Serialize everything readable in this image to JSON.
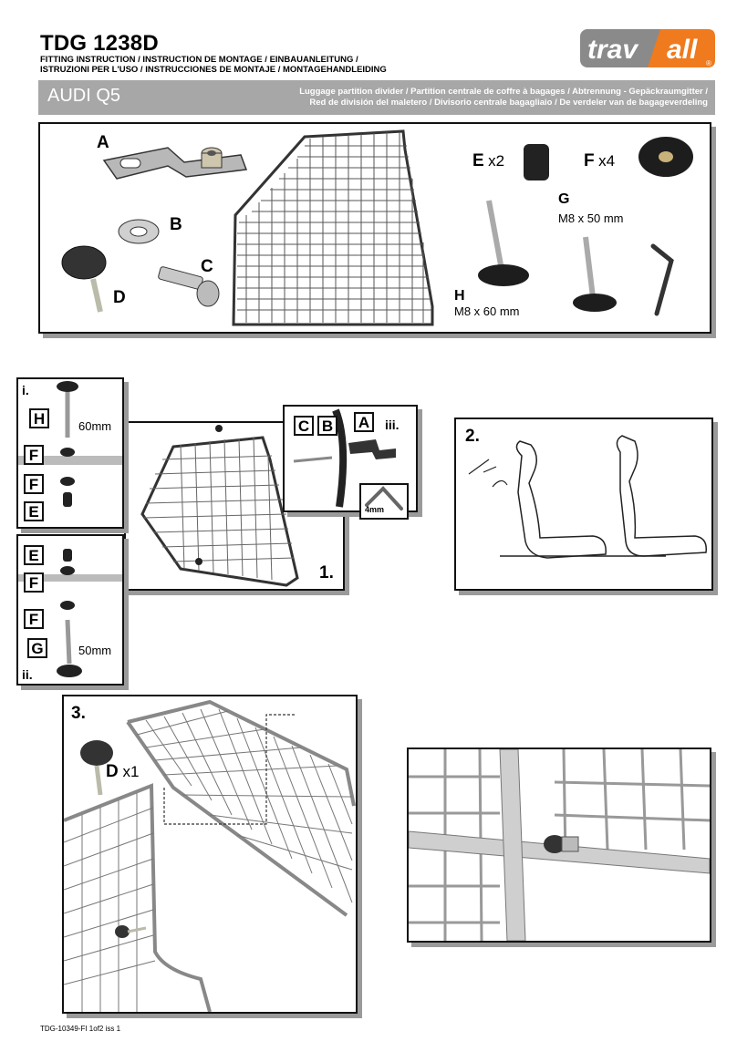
{
  "header": {
    "title": "TDG 1238D",
    "subtitle_lines": [
      "FITTING INSTRUCTION / INSTRUCTION DE MONTAGE / EINBAUANLEITUNG /",
      "ISTRUZIONI PER L'USO / INSTRUCCIONES DE MONTAJE / MONTAGEHANDLEIDING"
    ],
    "logo": {
      "part1": "trav",
      "part2": "all",
      "reg": "®"
    }
  },
  "model_bar": {
    "name": "AUDI Q5",
    "description_lines": [
      "Luggage partition divider / Partition centrale de coffre à bagages / Abtrennung - Gepäckraumgitter /",
      "Red de división del maletero / Divisorio centrale bagagliaio / De verdeler van de bagageverdeling"
    ]
  },
  "parts": {
    "A": "A",
    "B": "B",
    "C": "C",
    "D": "D",
    "E": "E",
    "E_qty": "x2",
    "F": "F",
    "F_qty": "x4",
    "G": "G",
    "G_spec": "M8 x 50 mm",
    "H": "H",
    "H_spec": "M8 x 60 mm"
  },
  "step1": {
    "number": "1.",
    "detail_i": {
      "label": "i.",
      "tags": [
        "H",
        "F",
        "F",
        "E"
      ],
      "dimension": "60mm"
    },
    "detail_ii": {
      "label": "ii.",
      "tags": [
        "E",
        "F",
        "F",
        "G"
      ],
      "dimension": "50mm"
    },
    "detail_iii": {
      "label": "iii.",
      "tags": [
        "C",
        "B",
        "A"
      ],
      "tool": "4mm"
    }
  },
  "step2": {
    "number": "2."
  },
  "step3": {
    "number": "3.",
    "part_label": "D",
    "part_qty": "x1"
  },
  "footer": {
    "code": "TDG-10349-FI 1of2 iss 1"
  },
  "colors": {
    "header_bar": "#a7a7a7",
    "logo_grey": "#8a8a8a",
    "logo_orange": "#f07a1e",
    "panel_shadow": "#9a9a9a"
  }
}
